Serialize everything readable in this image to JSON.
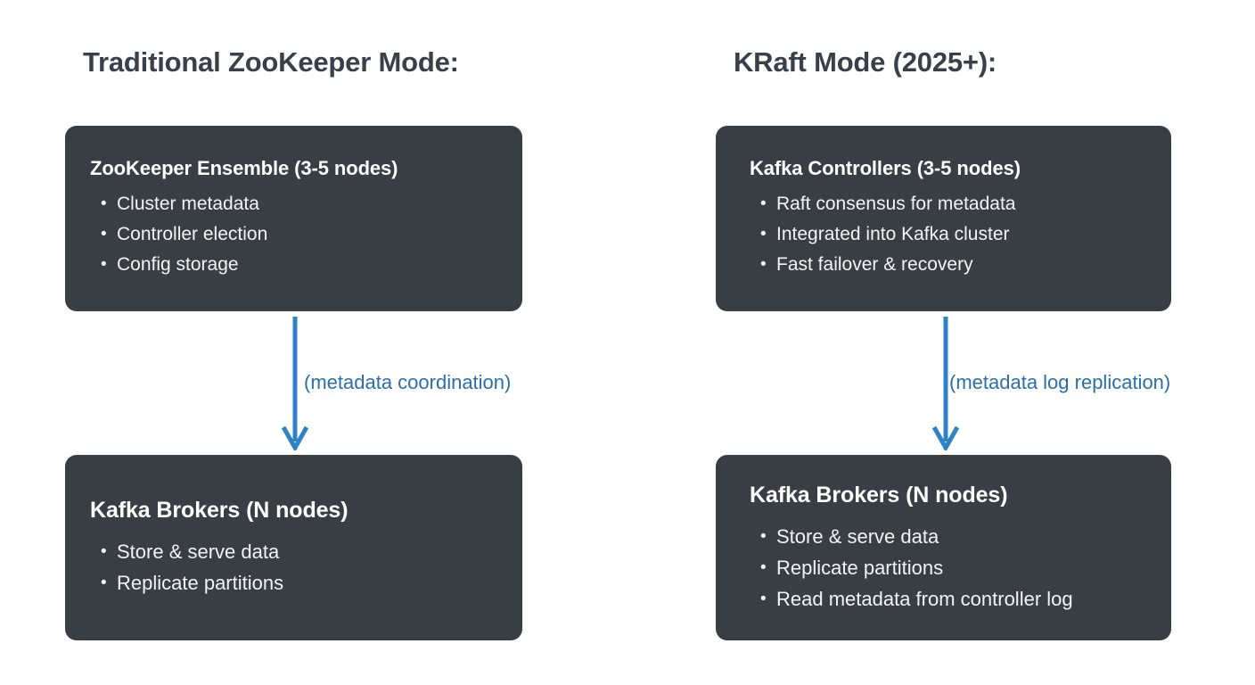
{
  "canvas": {
    "background_color": "#ffffff",
    "box_color": "#383e44",
    "arrow_color": "#2e82c8",
    "label_color": "#2a6fad",
    "heading_color": "#3a4049"
  },
  "columns": [
    {
      "heading": "Traditional ZooKeeper Mode:",
      "top_box": {
        "title": "ZooKeeper Ensemble (3-5 nodes)",
        "bullets": [
          "Cluster metadata",
          "Controller election",
          "Config storage"
        ]
      },
      "arrow": {
        "label": "(metadata coordination)",
        "direction": "down"
      },
      "bottom_box": {
        "title": "Kafka Brokers (N nodes)",
        "bullets": [
          "Store & serve data",
          "Replicate partitions"
        ]
      }
    },
    {
      "heading": "KRaft Mode (2025+):",
      "top_box": {
        "title": "Kafka Controllers (3-5 nodes)",
        "bullets": [
          "Raft consensus for metadata",
          "Integrated into Kafka cluster",
          "Fast failover & recovery"
        ]
      },
      "arrow": {
        "label": "(metadata log replication)",
        "direction": "down"
      },
      "bottom_box": {
        "title": "Kafka Brokers (N nodes)",
        "bullets": [
          "Store & serve data",
          "Replicate partitions",
          "Read metadata from controller log"
        ]
      }
    }
  ]
}
